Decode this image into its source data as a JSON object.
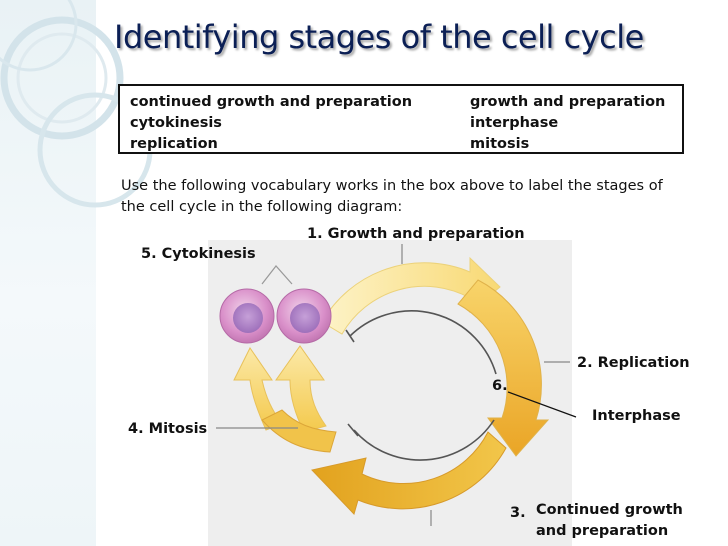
{
  "slide": {
    "title": "Identifying stages of the cell cycle",
    "vocabulary": {
      "left": [
        "continued growth and preparation",
        "cytokinesis",
        "replication"
      ],
      "right": [
        "growth and preparation",
        "interphase",
        "mitosis"
      ]
    },
    "instructions": "Use the following vocabulary works in the box above to label the stages of the cell cycle in the following diagram:",
    "labels": {
      "growth": "1. Growth and preparation",
      "replication": "2.  Replication",
      "continued_num": "3.",
      "continued_line1": "Continued growth",
      "continued_line2": "and preparation",
      "mitosis": "4.  Mitosis",
      "cytokinesis": "5.  Cytokinesis",
      "six": "6.",
      "interphase": "Interphase"
    }
  },
  "colors": {
    "title": "#0b1f55",
    "arrow_light": "#fbe9a8",
    "arrow_mid": "#f7cf4a",
    "arrow_dark": "#e9a520",
    "cell": "#d98fc9"
  }
}
